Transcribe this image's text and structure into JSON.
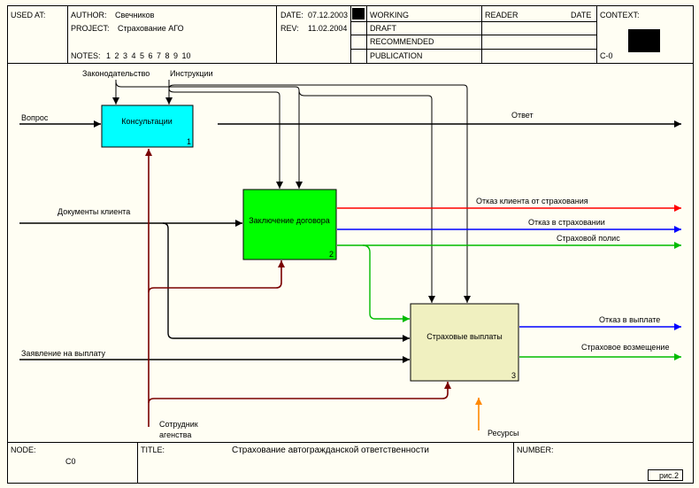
{
  "header": {
    "used_at": "USED AT:",
    "author_label": "AUTHOR:",
    "author": "Свечников",
    "project_label": "PROJECT:",
    "project": "Страхование АГО",
    "date_label": "DATE:",
    "date": "07.12.2003",
    "rev_label": "REV:",
    "rev": "11.02.2004",
    "notes_label": "NOTES:",
    "notes": "1 2 3 4 5 6 7 8 9 10",
    "status": [
      "WORKING",
      "DRAFT",
      "RECOMMENDED",
      "PUBLICATION"
    ],
    "reader": "READER",
    "date_col": "DATE",
    "context": "CONTEXT:",
    "context_node": "C-0"
  },
  "boxes": [
    {
      "label": "Консультации",
      "num": "1",
      "color": "#00ffff"
    },
    {
      "label": "Заключение договора",
      "num": "2",
      "color": "#00ff00"
    },
    {
      "label": "Страховые выплаты",
      "num": "3",
      "color": "#f0f0c0"
    }
  ],
  "arrows": {
    "law": "Законодательство",
    "instr": "Инструкции",
    "question": "Вопрос",
    "answer": "Ответ",
    "client_docs": "Документы клиента",
    "refusal_client": "Отказ клиента от страхования",
    "refusal_ins": "Отказ в страховании",
    "policy": "Страховой полис",
    "claim": "Заявление на выплату",
    "refusal_pay": "Отказ в выплате",
    "compensation": "Страховое возмещение",
    "employee_1": "Сотрудник",
    "employee_2": "агенства",
    "resources": "Ресурсы"
  },
  "footer": {
    "node_label": "NODE:",
    "node": "C0",
    "title_label": "TITLE:",
    "title": "Страхование автогражданской ответственности",
    "number_label": "NUMBER:",
    "page": "рис.2"
  }
}
